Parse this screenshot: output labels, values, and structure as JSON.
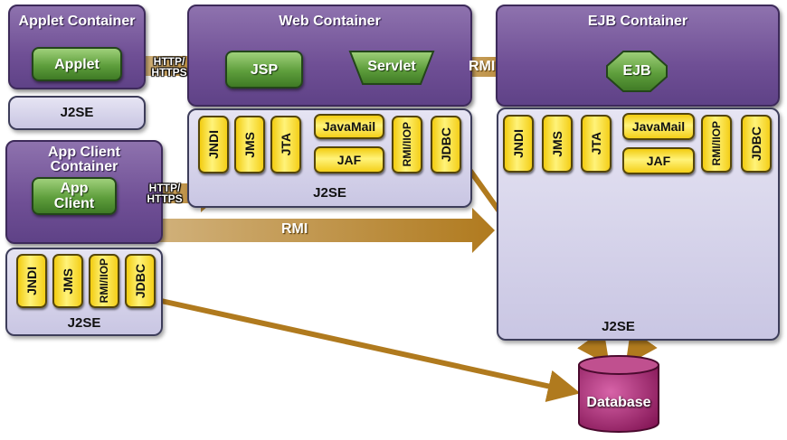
{
  "applet_container": {
    "title": "Applet Container",
    "component": "Applet",
    "runtime": "J2SE"
  },
  "app_client_container": {
    "title_line1": "App Client",
    "title_line2": "Container",
    "component_line1": "App",
    "component_line2": "Client",
    "apis": [
      "JNDI",
      "JMS",
      "RMI/IIOP",
      "JDBC"
    ],
    "runtime": "J2SE"
  },
  "web_container": {
    "title": "Web Container",
    "components": [
      "JSP",
      "Servlet"
    ],
    "apis": [
      "JNDI",
      "JMS",
      "JTA",
      "JavaMail",
      "JAF",
      "RMI/IIOP",
      "JDBC"
    ],
    "runtime": "J2SE"
  },
  "ejb_container": {
    "title": "EJB Container",
    "component": "EJB",
    "apis": [
      "JNDI",
      "JMS",
      "JTA",
      "JavaMail",
      "JAF",
      "RMI/IIOP",
      "JDBC"
    ],
    "runtime": "J2SE"
  },
  "database": {
    "label": "Database"
  },
  "connections": {
    "applet_to_web": {
      "line1": "HTTP/",
      "line2": "HTTPS"
    },
    "client_to_web": {
      "line1": "HTTP/",
      "line2": "HTTPS"
    },
    "web_to_ejb": "RMI",
    "client_to_ejb": "RMI"
  },
  "colors": {
    "container": "#6f4f95",
    "runtime": "#c9c6e3",
    "component": "#5e9e3c",
    "api": "#f4cf18",
    "arrow": "#b07a1e",
    "database": "#a3236e"
  }
}
